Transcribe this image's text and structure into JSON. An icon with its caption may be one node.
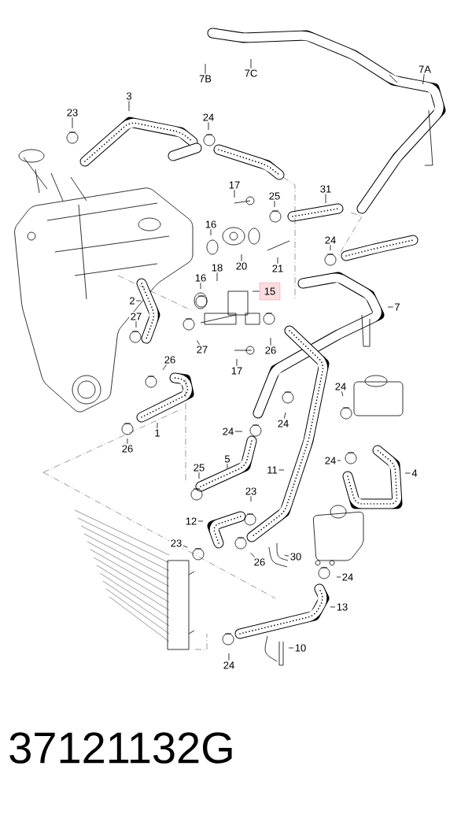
{
  "diagram": {
    "nodes": [
      {
        "text": [
          "7B"
        ]
      },
      {
        "text": [
          "7C"
        ]
      },
      {
        "text": [
          "7A"
        ]
      },
      {
        "text": [
          "3"
        ]
      },
      {
        "text": [
          "23"
        ]
      },
      {
        "text": [
          "24"
        ]
      },
      {
        "text": [
          "17"
        ]
      },
      {
        "text": [
          "25"
        ]
      },
      {
        "text": [
          "31"
        ]
      },
      {
        "text": [
          "16"
        ]
      },
      {
        "text": [
          "20"
        ]
      },
      {
        "text": [
          "21"
        ]
      },
      {
        "text": [
          "24"
        ]
      },
      {
        "text": [
          "18"
        ]
      },
      {
        "text": [
          "16"
        ]
      },
      {
        "text": [
          "15"
        ]
      },
      {
        "text": [
          "2"
        ]
      },
      {
        "text": [
          "7"
        ]
      },
      {
        "text": [
          "27"
        ]
      },
      {
        "text": [
          "27"
        ]
      },
      {
        "text": [
          "26"
        ]
      },
      {
        "text": [
          "17"
        ]
      },
      {
        "text": [
          "26"
        ]
      },
      {
        "text": [
          "24"
        ]
      },
      {
        "text": [
          "1"
        ]
      },
      {
        "text": [
          "26"
        ]
      },
      {
        "text": [
          "24"
        ]
      },
      {
        "text": [
          "24"
        ]
      },
      {
        "text": [
          "5"
        ]
      },
      {
        "text": [
          "25"
        ]
      },
      {
        "text": [
          "11"
        ]
      },
      {
        "text": [
          "24"
        ]
      },
      {
        "text": [
          "4"
        ]
      },
      {
        "text": [
          "23"
        ]
      },
      {
        "text": [
          "12"
        ]
      },
      {
        "text": [
          "23"
        ]
      },
      {
        "text": [
          "26"
        ]
      },
      {
        "text": [
          "30"
        ]
      },
      {
        "text": [
          "24"
        ]
      },
      {
        "text": [
          "13"
        ]
      },
      {
        "text": [
          "10"
        ]
      },
      {
        "text": [
          "24"
        ]
      }
    ],
    "edges": [
      {
        "from": 0,
        "to": null,
        "arrow": "none"
      },
      {
        "from": 1,
        "to": null,
        "arrow": "none"
      },
      {
        "from": 2,
        "to": null,
        "arrow": "none"
      },
      {
        "from": 3,
        "to": null,
        "arrow": "none"
      },
      {
        "from": 4,
        "to": null,
        "arrow": "none"
      },
      {
        "from": 5,
        "to": null,
        "arrow": "none"
      },
      {
        "from": 6,
        "to": null,
        "arrow": "none"
      },
      {
        "from": 7,
        "to": null,
        "arrow": "none"
      },
      {
        "from": 8,
        "to": null,
        "arrow": "none"
      },
      {
        "from": 9,
        "to": null,
        "arrow": "none"
      },
      {
        "from": 10,
        "to": null,
        "arrow": "none"
      },
      {
        "from": 11,
        "to": null,
        "arrow": "none"
      },
      {
        "from": 12,
        "to": null,
        "arrow": "none"
      },
      {
        "from": 13,
        "to": null,
        "arrow": "none"
      },
      {
        "from": 14,
        "to": null,
        "arrow": "none"
      },
      {
        "from": 15,
        "to": null,
        "arrow": "none"
      },
      {
        "from": 16,
        "to": null,
        "arrow": "none"
      },
      {
        "from": 17,
        "to": null,
        "arrow": "none"
      },
      {
        "from": 18,
        "to": null,
        "arrow": "none"
      },
      {
        "from": 19,
        "to": null,
        "arrow": "none"
      },
      {
        "from": 20,
        "to": null,
        "arrow": "none"
      },
      {
        "from": 21,
        "to": null,
        "arrow": "none"
      },
      {
        "from": 22,
        "to": null,
        "arrow": "none"
      },
      {
        "from": 23,
        "to": null,
        "arrow": "none"
      },
      {
        "from": 24,
        "to": null,
        "arrow": "none"
      },
      {
        "from": 25,
        "to": null,
        "arrow": "none"
      },
      {
        "from": 26,
        "to": null,
        "arrow": "none"
      },
      {
        "from": 27,
        "to": null,
        "arrow": "none"
      },
      {
        "from": 28,
        "to": null,
        "arrow": "none"
      },
      {
        "from": 29,
        "to": null,
        "arrow": "none"
      },
      {
        "from": 30,
        "to": null,
        "arrow": "none"
      },
      {
        "from": 31,
        "to": null,
        "arrow": "none"
      },
      {
        "from": 32,
        "to": null,
        "arrow": "none"
      },
      {
        "from": 33,
        "to": null,
        "arrow": "none"
      },
      {
        "from": 34,
        "to": null,
        "arrow": "none"
      },
      {
        "from": 35,
        "to": null,
        "arrow": "none"
      },
      {
        "from": 36,
        "to": null,
        "arrow": "none"
      },
      {
        "from": 37,
        "to": null,
        "arrow": "none"
      },
      {
        "from": 38,
        "to": null,
        "arrow": "none"
      },
      {
        "from": 39,
        "to": null,
        "arrow": "none"
      },
      {
        "from": 40,
        "to": null,
        "arrow": "none"
      },
      {
        "from": 41,
        "to": null,
        "arrow": "none"
      }
    ],
    "labels": [
      "37121132G"
    ]
  }
}
